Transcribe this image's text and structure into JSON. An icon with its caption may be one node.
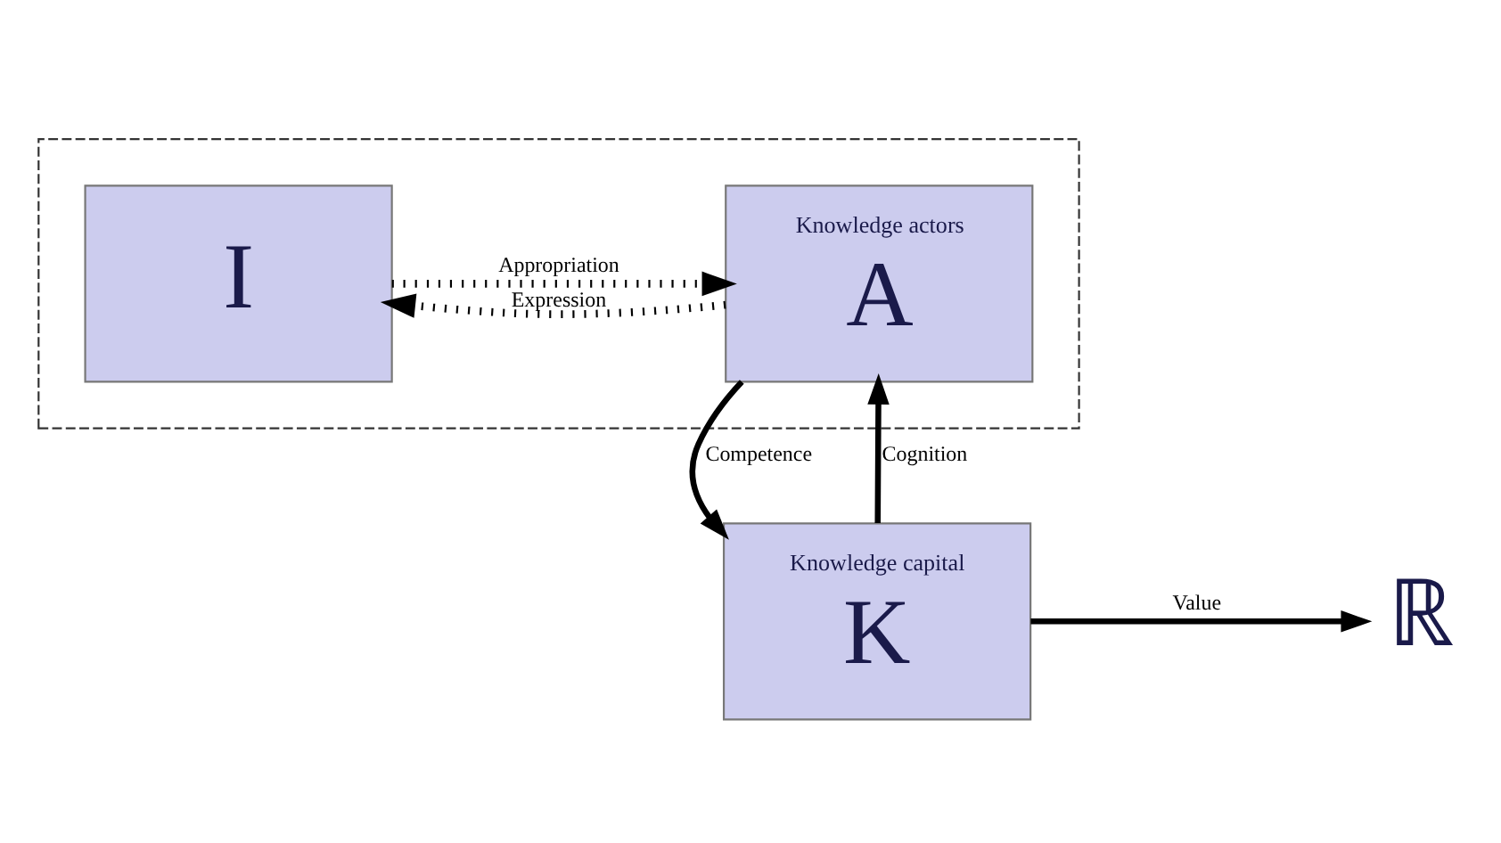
{
  "diagram": {
    "nodes": [
      {
        "text": [],
        "shape": "box"
      },
      {
        "text": [
          "Knowledge actors",
          "A"
        ],
        "in": 0
      },
      {
        "text": [
          "I"
        ],
        "in": 0
      },
      {
        "text": [
          "Knowledge capital",
          "K"
        ]
      },
      {
        "text": [
          "ℝ"
        ]
      }
    ],
    "edges": [
      {
        "from": 1,
        "to": 2,
        "arrow": "to",
        "label": "Expression",
        "style": "dashed"
      },
      {
        "from": 2,
        "to": 1,
        "arrow": "to",
        "label": "Appropriation",
        "style": "dashed"
      },
      {
        "from": 1,
        "to": 3,
        "arrow": "to",
        "label": "Competence"
      },
      {
        "from": 3,
        "to": 1,
        "arrow": "to",
        "label": "Cognition"
      },
      {
        "from": 3,
        "to": 4,
        "arrow": "to",
        "label": "Value"
      }
    ]
  }
}
